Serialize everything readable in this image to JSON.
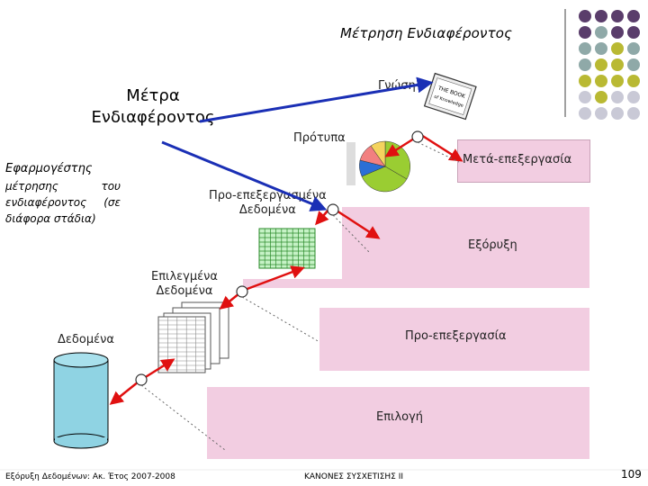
{
  "slide": {
    "title": "Μέτρηση Ενδιαφέροντος",
    "measures_label_line1": "Μέτρα",
    "measures_label_line2": "Ενδιαφέροντος",
    "applicator_heading": "Εφαρμογέστης",
    "applicator_body": "μέτρησης του ενδιαφέροντος (σε διάφορα στάδια)"
  },
  "stages": {
    "selection": "Επιλογή",
    "preprocessing": "Προ-επεξεργασία",
    "mining": "Εξόρυξη",
    "postprocessing": "Μετά-επεξεργασία"
  },
  "artifacts": {
    "data": "Δεδομένα",
    "selected_line1": "Επιλεγμένα",
    "selected_line2": "Δεδομένα",
    "preprocessed_line1": "Προ-επεξεργασμένα",
    "preprocessed_line2": "Δεδομένα",
    "patterns": "Πρότυπα",
    "knowledge": "Γνώση",
    "book_text": "THE BOOK of Knowledge"
  },
  "footer": {
    "left": "Εξόρυξη Δεδομένων: Ακ. Έτος 2007-2008",
    "center": "ΚΑΝΟΝΕΣ ΣΥΣΧΕΤΙΣΗΣ ΙΙ",
    "page": "109"
  },
  "colors": {
    "stage_fill": "#f2cde1",
    "arrow_blue": "#1a2fb5",
    "arrow_red": "#e01010",
    "dot_purple": "#5a3d6b",
    "dot_teal": "#8fa9a8",
    "dot_olive": "#b9b933",
    "dot_grey": "#c9c9d6"
  }
}
